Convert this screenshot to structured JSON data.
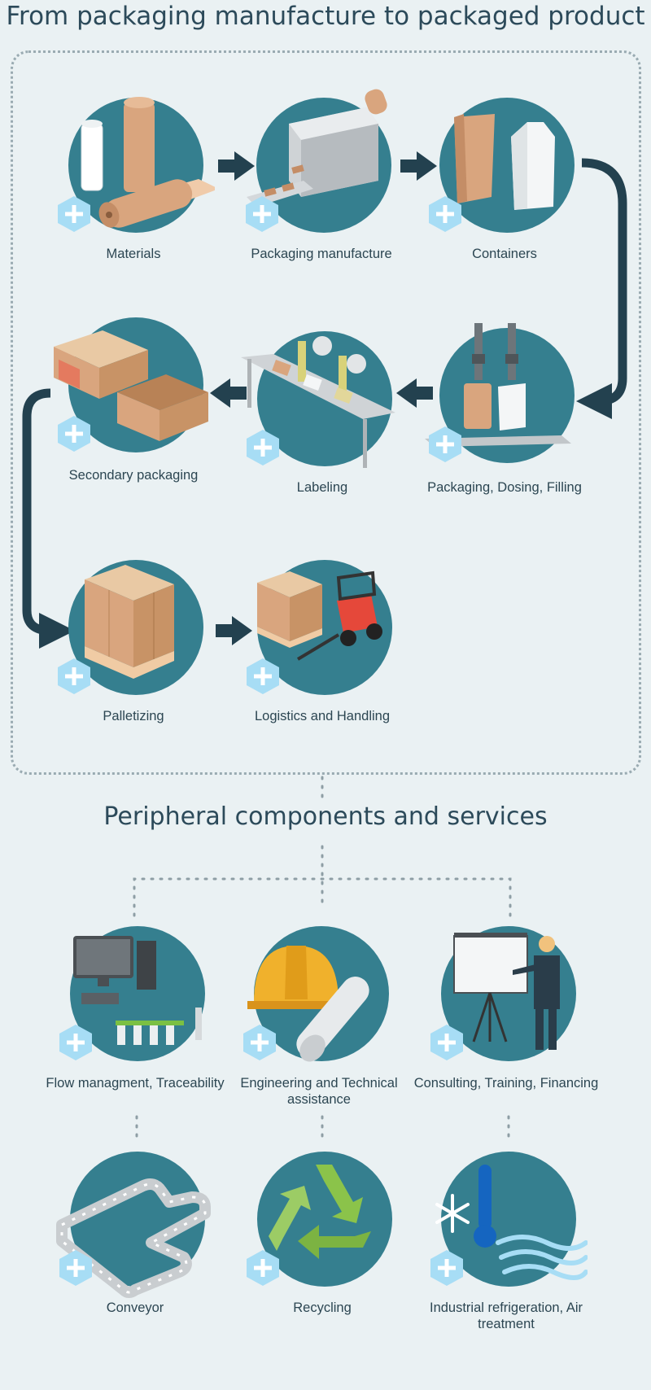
{
  "header": {
    "title": "From packaging manufacture to packaged product"
  },
  "process": {
    "steps": [
      {
        "label": "Materials"
      },
      {
        "label": "Packaging manufacture"
      },
      {
        "label": "Containers"
      },
      {
        "label": "Packaging, Dosing, Filling"
      },
      {
        "label": "Labeling"
      },
      {
        "label": "Secondary packaging"
      },
      {
        "label": "Palletizing"
      },
      {
        "label": "Logistics and Handling"
      }
    ]
  },
  "peripheral": {
    "title": "Peripheral components and services",
    "items": [
      {
        "label": "Flow managment, Traceability"
      },
      {
        "label": "Engineering and Technical assistance"
      },
      {
        "label": "Consulting, Training, Financing"
      },
      {
        "label": "Conveyor"
      },
      {
        "label": "Recycling"
      },
      {
        "label": "Industrial refrigeration, Air treatment"
      }
    ]
  },
  "colors": {
    "circle": "#357f8f",
    "arrow": "#23414f",
    "plus_hex": "#a7ddf5",
    "background": "#eaf1f3"
  }
}
